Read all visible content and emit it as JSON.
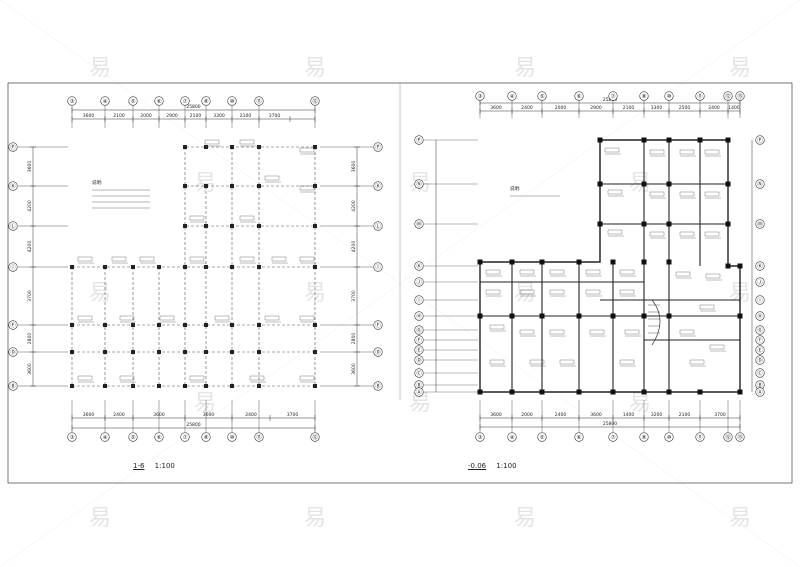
{
  "left_plan": {
    "title": "1-6",
    "scale": "1:100",
    "top_axes": [
      "③",
      "④",
      "⑤",
      "⑥",
      "⑦",
      "⑧",
      "⑩",
      "⑪",
      "⑫"
    ],
    "left_axes": [
      "Ⓟ",
      "Ⓚ",
      "Ⓛ",
      "Ⓘ",
      "Ⓕ",
      "Ⓓ",
      "Ⓑ"
    ],
    "top_dims": [
      "3600",
      "2100",
      "2000",
      "2900",
      "2100",
      "3300",
      "2100",
      "3700"
    ],
    "bottom_dims": [
      "3600",
      "2400",
      "3600",
      "3600",
      "2400",
      "3700"
    ],
    "total_dim": "25800",
    "left_dims": [
      "3600",
      "4200",
      "4200",
      "3700",
      "2800",
      "3600"
    ],
    "note_title": "说明:"
  },
  "right_plan": {
    "title": "-0.06",
    "scale": "1:100",
    "top_axes": [
      "③",
      "④",
      "⑤",
      "⑥",
      "⑦",
      "⑧",
      "⑩",
      "⑪",
      "⑫",
      "⑬"
    ],
    "left_axes": [
      "Ⓟ",
      "Ⓝ",
      "Ⓜ",
      "Ⓚ",
      "Ⓙ",
      "Ⓘ",
      "Ⓗ",
      "Ⓖ",
      "Ⓕ",
      "Ⓔ",
      "Ⓓ",
      "Ⓒ",
      "Ⓑ",
      "Ⓐ"
    ],
    "top_dims": [
      "3600",
      "2400",
      "2000",
      "2900",
      "2100",
      "3300",
      "2500",
      "2400",
      "1400"
    ],
    "bottom_dims": [
      "3600",
      "2000",
      "2400",
      "3600",
      "1400",
      "3200",
      "2100",
      "3700"
    ],
    "total_dim": "25800",
    "note_title": "说明:"
  },
  "watermark": "易"
}
